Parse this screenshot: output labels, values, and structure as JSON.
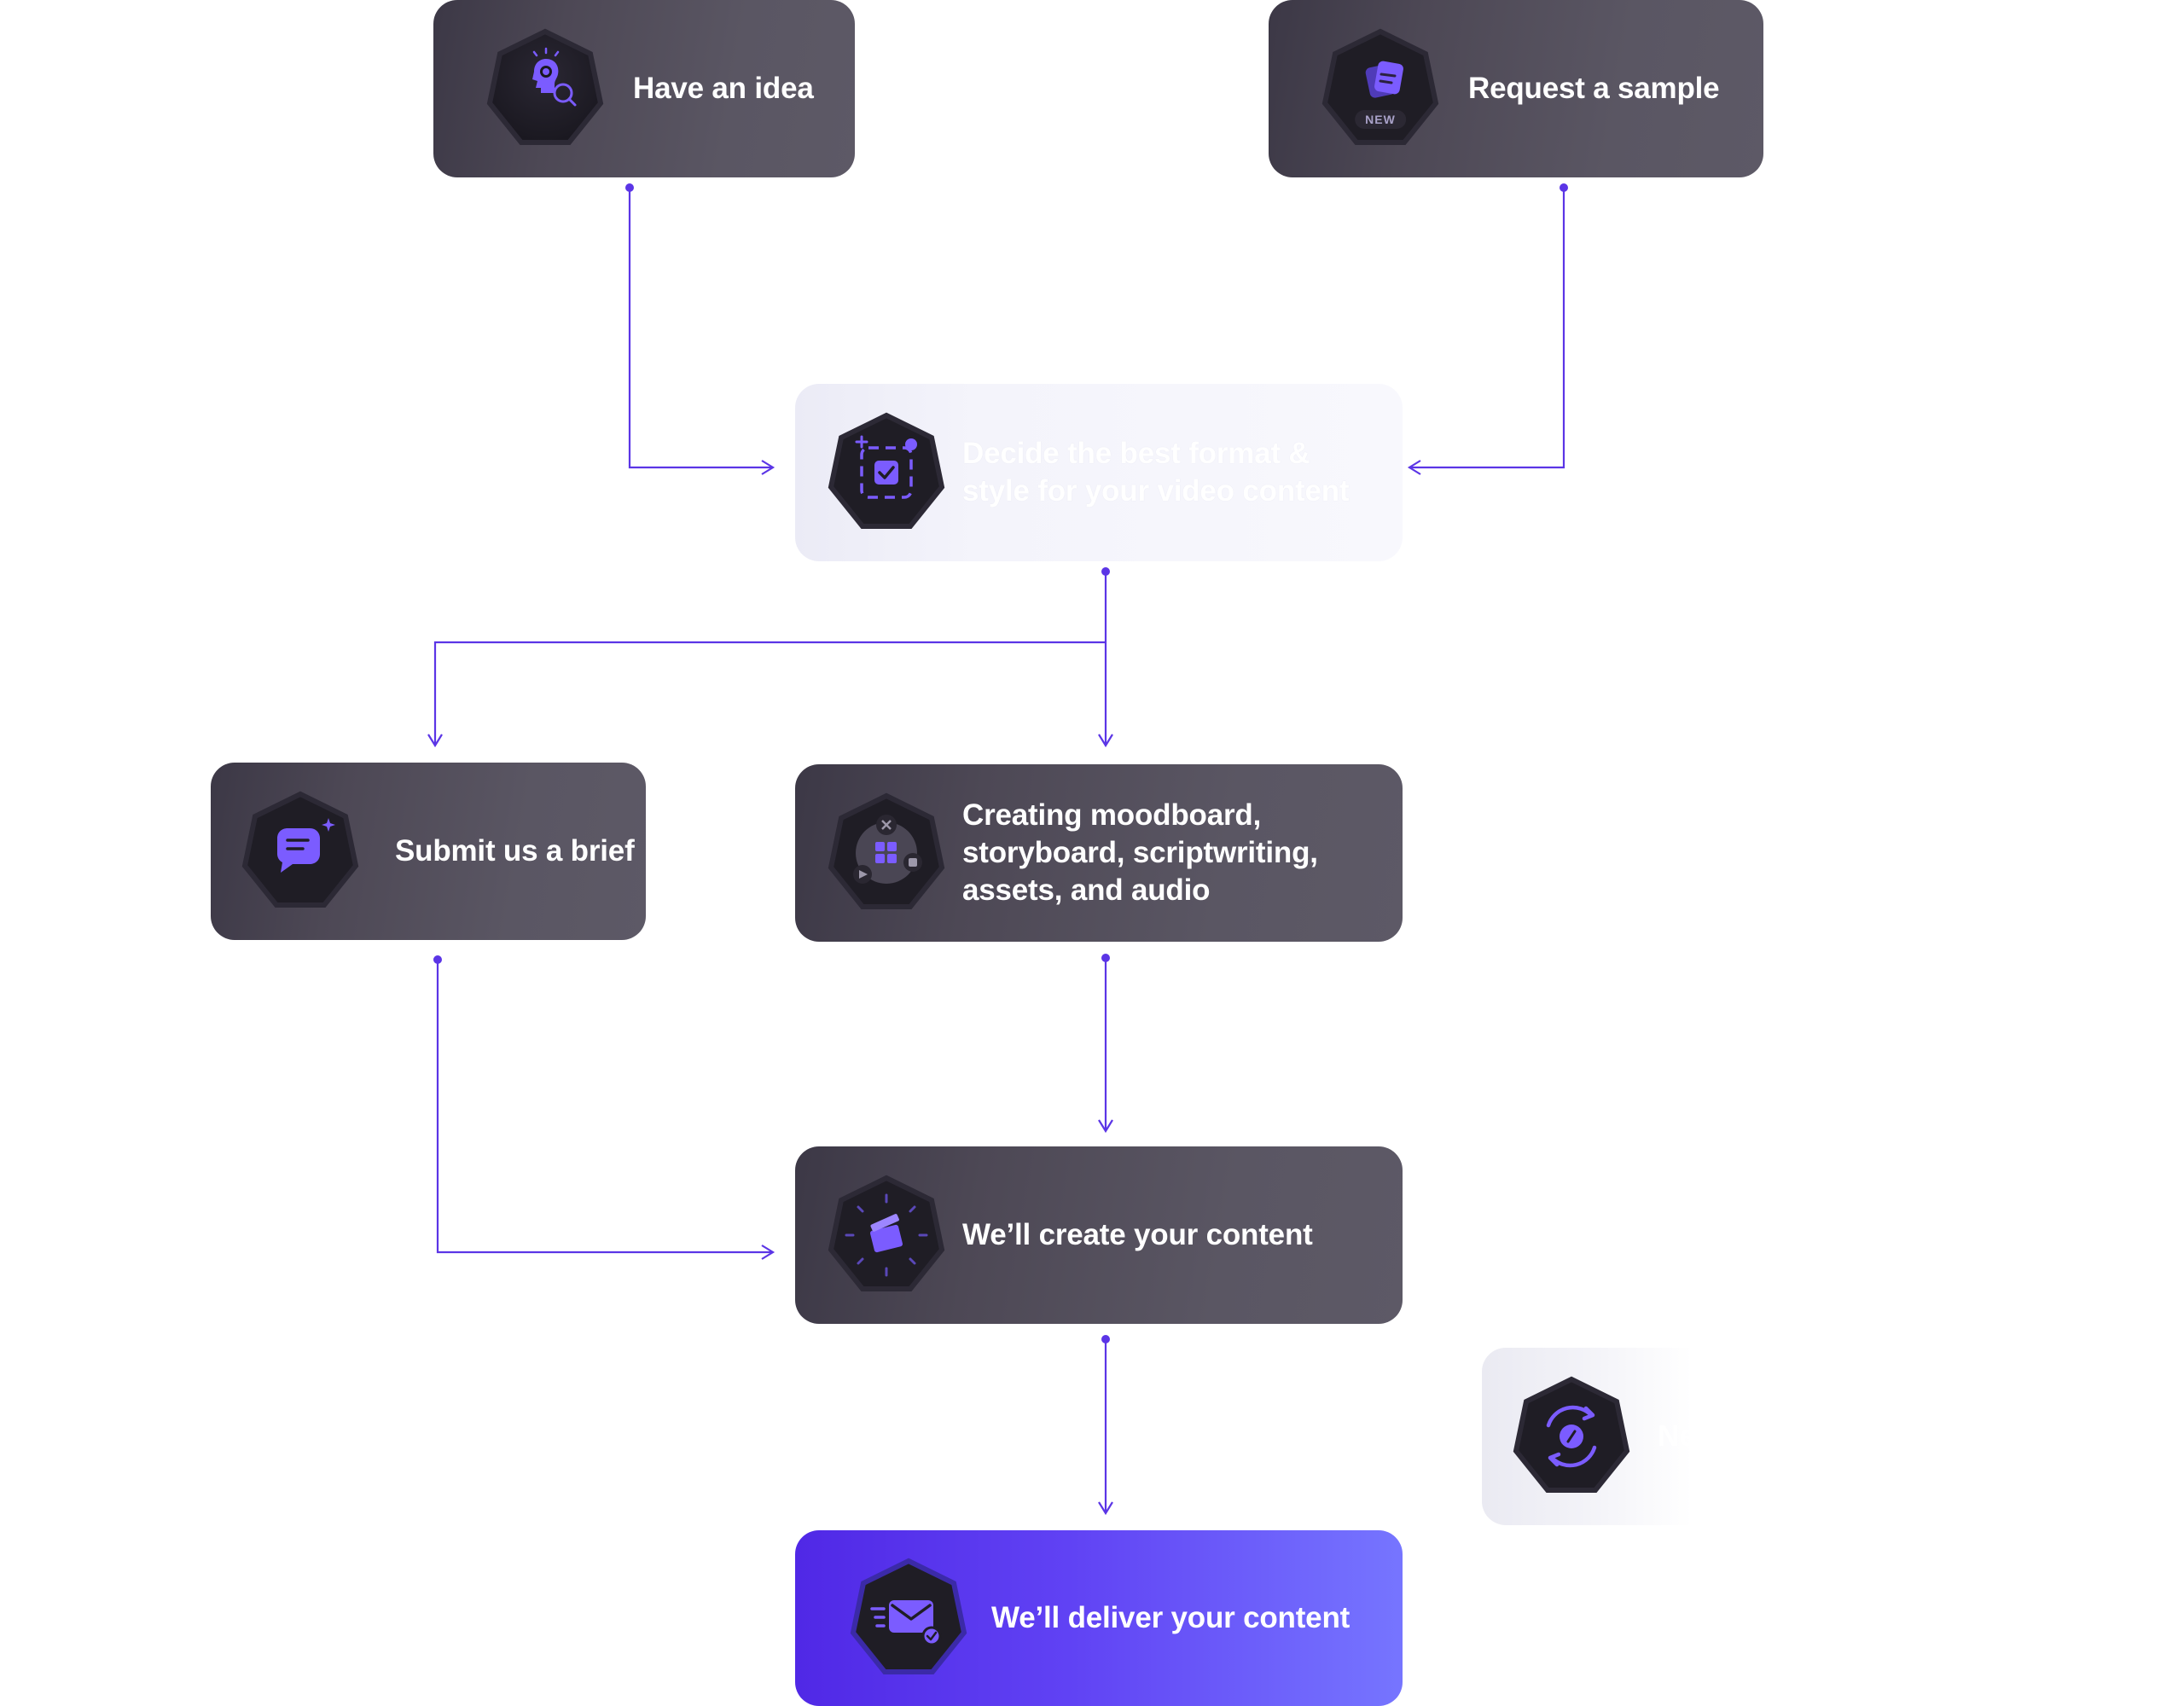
{
  "colors": {
    "accent": "#5b35e6",
    "card_dark": "#4d4855",
    "card_accent_start": "#5028e6",
    "card_accent_end": "#7675ff",
    "icon_purple": "#7b5cff"
  },
  "steps": {
    "idea": {
      "label": "Have an idea",
      "icon": "lightbulb-search-icon"
    },
    "sample": {
      "label": "Request a sample",
      "icon": "new-sample-icon",
      "badge": "NEW"
    },
    "decide": {
      "label": "Decide the best format &\nstyle for your video content",
      "icon": "format-select-icon"
    },
    "brief": {
      "label": "Submit us a brief",
      "icon": "brief-chat-icon"
    },
    "moodboard": {
      "label": "Creating moodboard,\nstoryboard, scriptwriting,\nassets, and audio",
      "icon": "moodboard-icon"
    },
    "create": {
      "label": "We’ll create your content",
      "icon": "clapperboard-icon"
    },
    "revise": {
      "label": "Ne",
      "icon": "revision-cycle-icon"
    },
    "deliver": {
      "label": "We’ll deliver your content",
      "icon": "delivery-envelope-icon"
    }
  }
}
